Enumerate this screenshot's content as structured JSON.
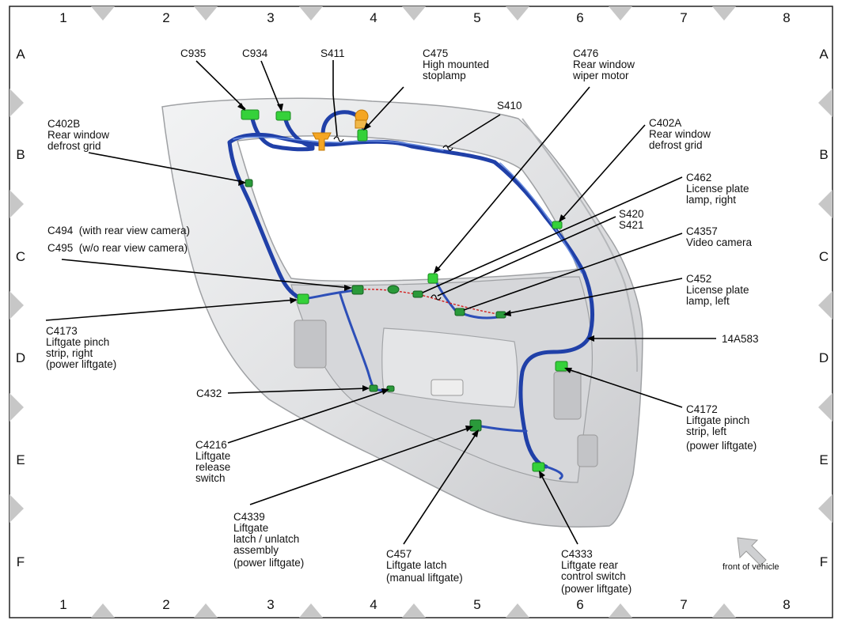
{
  "grid": {
    "columns": [
      "1",
      "2",
      "3",
      "4",
      "5",
      "6",
      "7",
      "8"
    ],
    "rows": [
      "A",
      "B",
      "C",
      "D",
      "E",
      "F"
    ]
  },
  "callouts": {
    "c935": [
      "C935"
    ],
    "c934": [
      "C934"
    ],
    "s411": [
      "S411"
    ],
    "c475": [
      "C475",
      "High mounted",
      "stoplamp"
    ],
    "c476": [
      "C476",
      "Rear window",
      "wiper motor"
    ],
    "s410": [
      "S410"
    ],
    "c402b": [
      "C402B",
      "Rear window",
      "defrost grid"
    ],
    "c402a": [
      "C402A",
      "Rear window",
      "defrost grid"
    ],
    "c462": [
      "C462",
      "License plate",
      "lamp, right"
    ],
    "s420": [
      "S420",
      "S421"
    ],
    "c4357": [
      "C4357",
      "Video camera"
    ],
    "c494": [
      "C494  (with rear view camera)"
    ],
    "c495": [
      "C495  (w/o rear view camera)"
    ],
    "c452": [
      "C452",
      "License plate",
      "lamp, left"
    ],
    "c4173": [
      "C4173",
      "Liftgate pinch",
      "strip, right",
      "(power liftgate)"
    ],
    "a14a583": [
      "14A583"
    ],
    "c432": [
      "C432"
    ],
    "c4172": [
      "C4172",
      "Liftgate pinch",
      "strip, left",
      "(power liftgate)"
    ],
    "c4216": [
      "C4216",
      "Liftgate",
      "release",
      "switch"
    ],
    "c4339": [
      "C4339",
      "Liftgate",
      "latch / unlatch",
      "assembly",
      "(power liftgate)"
    ],
    "c457": [
      "C457",
      "Liftgate latch",
      "(manual liftgate)"
    ],
    "c4333": [
      "C4333",
      "Liftgate rear",
      "control switch",
      "(power liftgate)"
    ]
  },
  "front_of_vehicle": "front of vehicle",
  "colors": {
    "harness": "#2040a8",
    "connector": "#35d13a",
    "stoplamp": "#f5a623",
    "panel": "#e6e7e9",
    "panel_edge": "#a9abae",
    "grid_marker": "#c2c2c2"
  }
}
